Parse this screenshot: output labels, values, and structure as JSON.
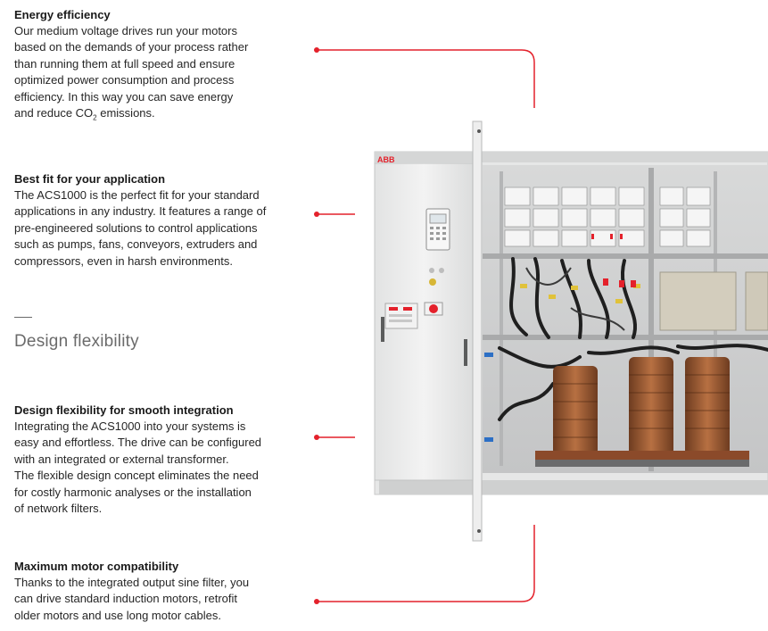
{
  "blocks": [
    {
      "title": "Energy efficiency",
      "lines": [
        "Our medium voltage drives run your motors",
        "based on the demands of your process rather",
        "than running them at full speed and ensure",
        "optimized power consumption and process",
        "efficiency. In this way you can save energy",
        "and reduce CO",
        "2",
        " emissions."
      ]
    },
    {
      "title": "Best fit for your application",
      "lines": [
        "The ACS1000 is the perfect fit for your standard",
        "applications in any industry. It features a range of",
        "pre-engineered solutions to control applications",
        "such as pumps, fans, conveyors, extruders and",
        "compressors, even in harsh environments."
      ]
    },
    {
      "title": "Design flexibility for smooth integration",
      "lines": [
        "Integrating the ACS1000 into your systems is",
        "easy and effortless. The drive can be configured",
        "with an integrated or external transformer.",
        "The flexible design concept eliminates the need",
        "for costly harmonic analyses or the installation",
        "of network filters."
      ]
    },
    {
      "title": "Maximum motor compatibility",
      "lines": [
        "Thanks to the integrated output sine filter, you",
        "can drive standard induction motors, retrofit",
        "older motors and use long motor cables."
      ]
    }
  ],
  "section": {
    "title": "Design flexibility"
  },
  "image": {
    "brand_logo": "ABB"
  },
  "colors": {
    "accent": "#e4212b",
    "text": "#1a1a1a",
    "muted": "#6b6b6b"
  }
}
